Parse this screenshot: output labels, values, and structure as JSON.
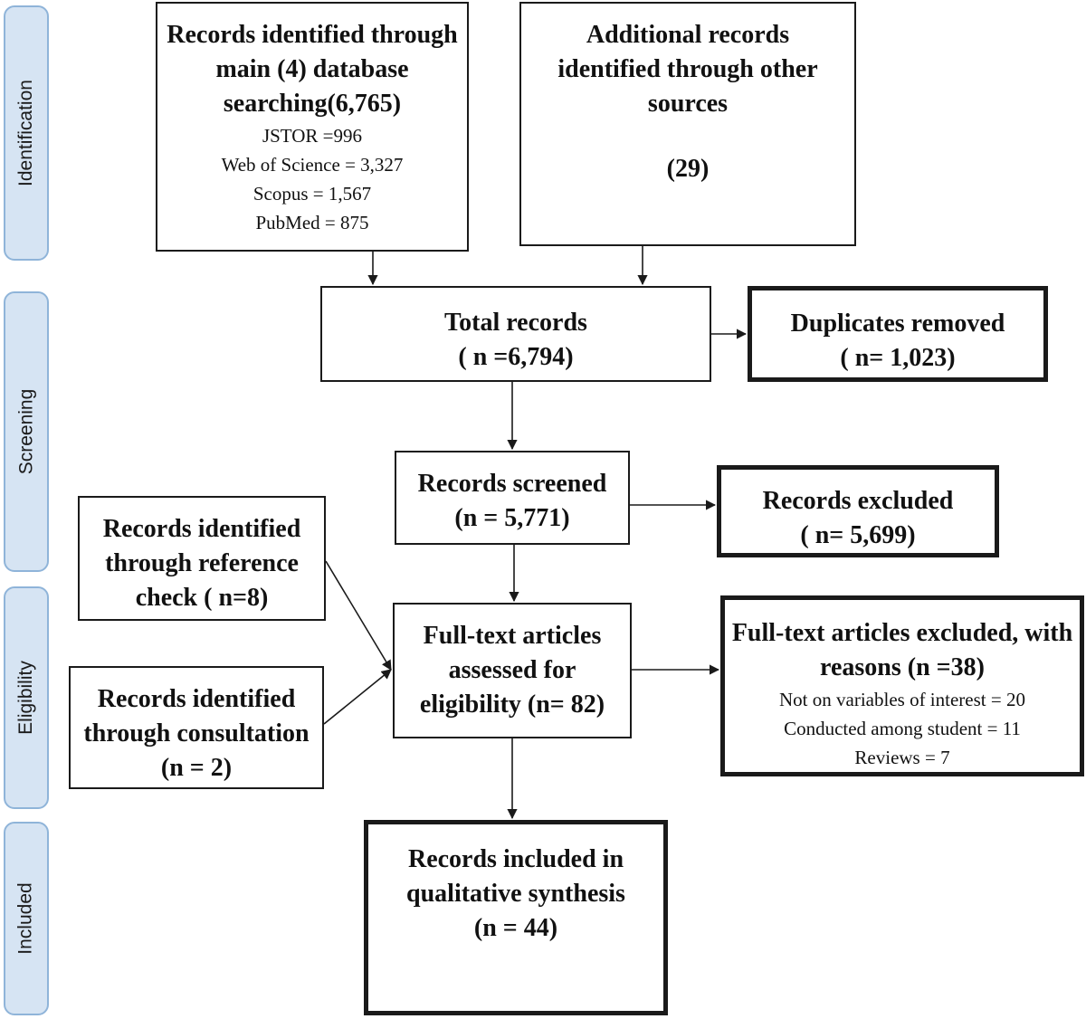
{
  "stages": {
    "identification": "Identification",
    "screening": "Screening",
    "eligibility": "Eligibility",
    "included": "Included"
  },
  "boxes": {
    "database": {
      "title_lines": [
        "Records identified through",
        "main (4) database",
        "searching(6,765)"
      ],
      "sources": [
        "JSTOR =996",
        "Web of Science  = 3,327",
        "Scopus = 1,567",
        "PubMed = 875"
      ]
    },
    "other_sources": {
      "title_lines": [
        "Additional records",
        "identified through other",
        "sources"
      ],
      "count": "(29)"
    },
    "total": {
      "title": "Total records",
      "count": "( n =6,794)"
    },
    "duplicates": {
      "title": "Duplicates removed",
      "count": "( n= 1,023)"
    },
    "screened": {
      "title": "Records screened",
      "count": "(n = 5,771)"
    },
    "excluded": {
      "title": "Records excluded",
      "count": "( n= 5,699)"
    },
    "reference_check": {
      "lines": [
        "Records identified",
        "through reference",
        "check ( n=8)"
      ]
    },
    "consultation": {
      "lines": [
        "Records identified",
        "through consultation",
        "(n = 2)"
      ]
    },
    "fulltext": {
      "lines": [
        "Full-text articles",
        "assessed for",
        "eligibility (n= 82)"
      ]
    },
    "fulltext_excluded": {
      "title_lines": [
        "Full-text articles excluded, with",
        "reasons (n =38)"
      ],
      "reasons": [
        "Not on variables of interest = 20",
        "Conducted among student = 11",
        "Reviews = 7"
      ]
    },
    "included": {
      "lines": [
        "Records included in",
        "qualitative synthesis",
        "(n = 44)"
      ]
    }
  },
  "colors": {
    "stage_fill": "#d6e4f3",
    "stage_border": "#8fb4d9",
    "box_border": "#1a1a1a"
  }
}
